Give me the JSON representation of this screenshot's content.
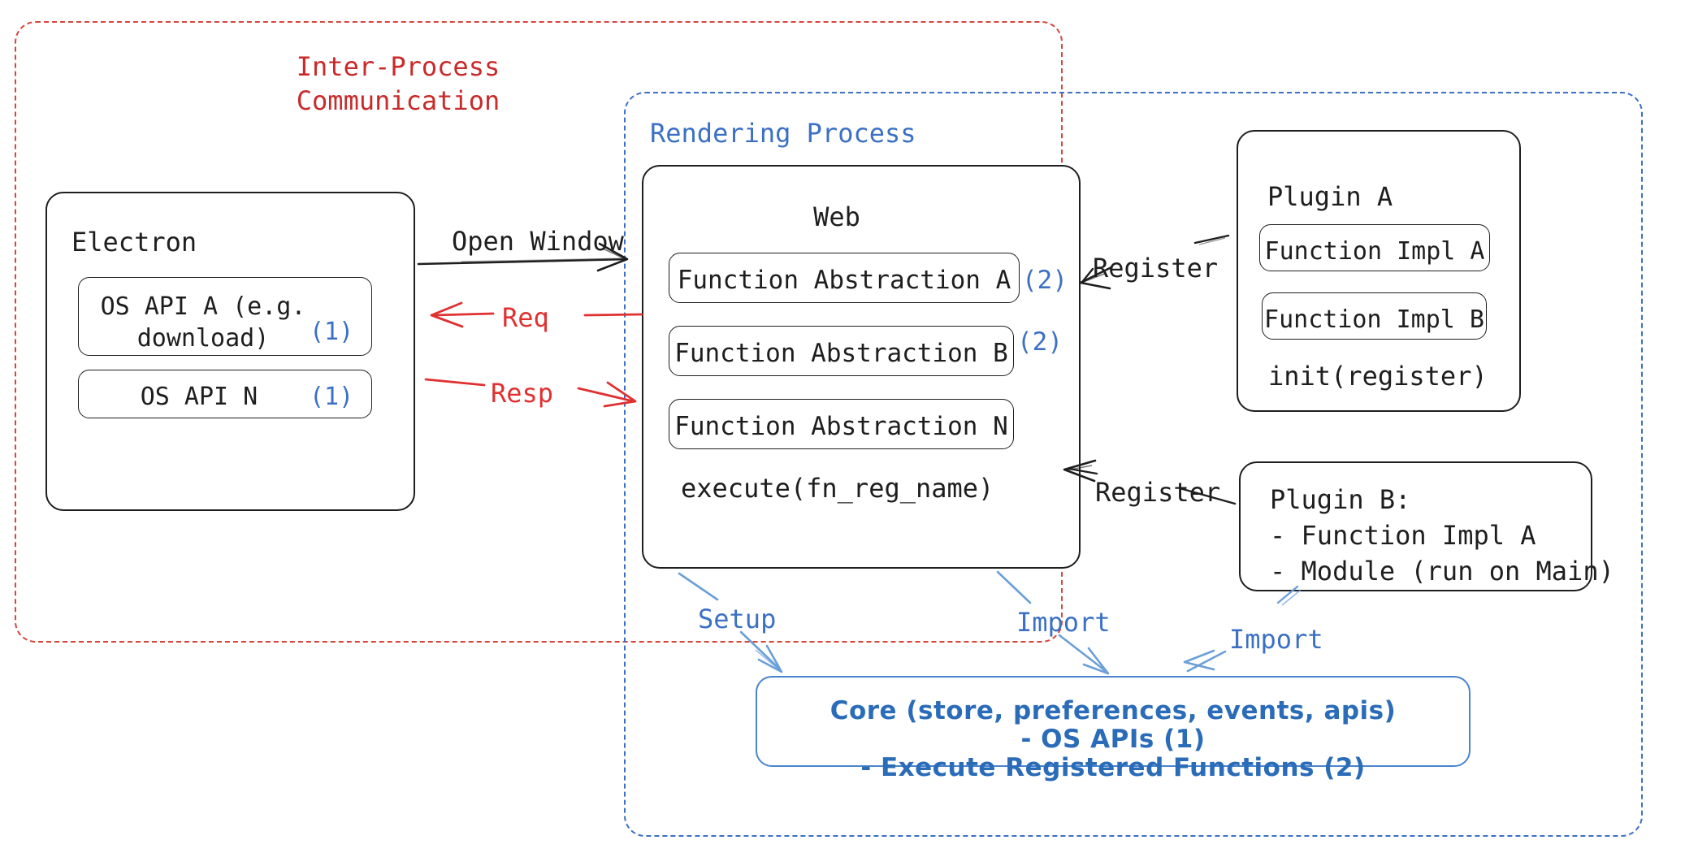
{
  "diagram": {
    "title_hidden": "",
    "groups": [
      {
        "id": "ipc",
        "label": "Inter-Process\nCommunication",
        "color": "#c92a2a",
        "style": "dashed"
      },
      {
        "id": "render",
        "label": "Rendering Process",
        "color": "#3b70c4",
        "style": "dashed"
      }
    ],
    "electron": {
      "title": "Electron",
      "apis": [
        {
          "label": "OS API A (e.g.\ndownload)",
          "marker": "(1)"
        },
        {
          "label": "OS API N",
          "marker": "(1)"
        }
      ]
    },
    "web": {
      "title": "Web",
      "abstractions": [
        {
          "label": "Function Abstraction A",
          "marker": "(2)"
        },
        {
          "label": "Function Abstraction B",
          "marker": "(2)"
        },
        {
          "label": "Function Abstraction N",
          "marker": ""
        }
      ],
      "footer": "execute(fn_reg_name)"
    },
    "plugin_a": {
      "title": "Plugin A",
      "items": [
        "Function Impl A",
        "Function Impl B"
      ],
      "footer": "init(register)"
    },
    "plugin_b": {
      "title": "Plugin B:",
      "lines": [
        "- Function Impl A",
        "- Module (run on Main)"
      ]
    },
    "core": {
      "lines": [
        "Core (store, preferences, events, apis)",
        "- OS APIs (1)",
        "- Execute Registered Functions (2)"
      ],
      "color": "#2b6cb8"
    },
    "edges": [
      {
        "id": "open-window",
        "label": "Open Window",
        "color": "#1e1e1e"
      },
      {
        "id": "req",
        "label": "Req",
        "color": "#e03131"
      },
      {
        "id": "resp",
        "label": "Resp",
        "color": "#e03131"
      },
      {
        "id": "register-a",
        "label": "Register",
        "color": "#1e1e1e"
      },
      {
        "id": "register-b",
        "label": "Register",
        "color": "#1e1e1e"
      },
      {
        "id": "setup",
        "label": "Setup",
        "color": "#3b70c4"
      },
      {
        "id": "import-web",
        "label": "Import",
        "color": "#3b70c4"
      },
      {
        "id": "import-plugin",
        "label": "Import",
        "color": "#3b70c4"
      }
    ],
    "colors": {
      "ink": "#1e1e1e",
      "red": "#c92a2a",
      "red_arrow": "#e03131",
      "blue": "#3b70c4",
      "blue_arrow": "#6a9fd8",
      "core_blue": "#2b6cb8",
      "background": "#ffffff"
    }
  }
}
